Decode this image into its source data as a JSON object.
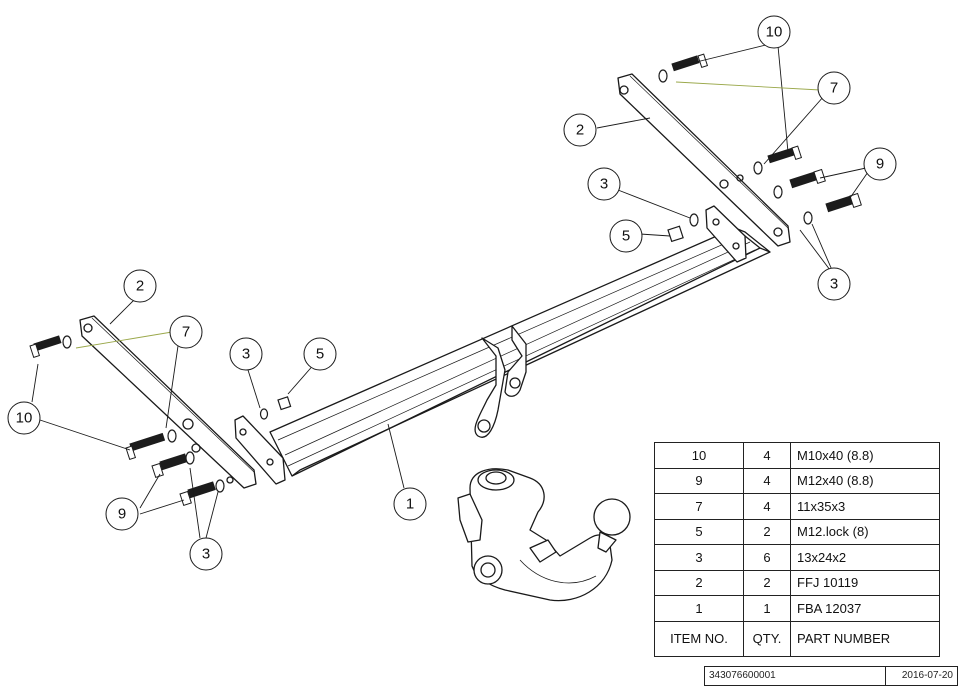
{
  "callouts": {
    "c10_top": "10",
    "c7_top": "7",
    "c2_top": "2",
    "c9_right": "9",
    "c3_upper": "3",
    "c5_upper": "5",
    "c3_right": "3",
    "c2_left": "2",
    "c7_left": "7",
    "c3_mid": "3",
    "c5_mid": "5",
    "c10_left": "10",
    "c1": "1",
    "c9_left": "9",
    "c3_bottom": "3"
  },
  "bom": {
    "rows": [
      {
        "item": "10",
        "qty": "4",
        "part": "M10x40 (8.8)"
      },
      {
        "item": "9",
        "qty": "4",
        "part": "M12x40 (8.8)"
      },
      {
        "item": "7",
        "qty": "4",
        "part": "11x35x3"
      },
      {
        "item": "5",
        "qty": "2",
        "part": "M12.lock (8)"
      },
      {
        "item": "3",
        "qty": "6",
        "part": "13x24x2"
      },
      {
        "item": "2",
        "qty": "2",
        "part": "FFJ 10119"
      },
      {
        "item": "1",
        "qty": "1",
        "part": "FBA 12037"
      }
    ],
    "header": {
      "item": "ITEM NO.",
      "qty": "QTY.",
      "part": "PART NUMBER"
    }
  },
  "footer": {
    "drawing_no": "343076600001",
    "date": "2016-07-20"
  },
  "colors": {
    "line": "#1a1a1a",
    "leader_green": "#9aa84a",
    "bolt": "#1c1c1c"
  }
}
